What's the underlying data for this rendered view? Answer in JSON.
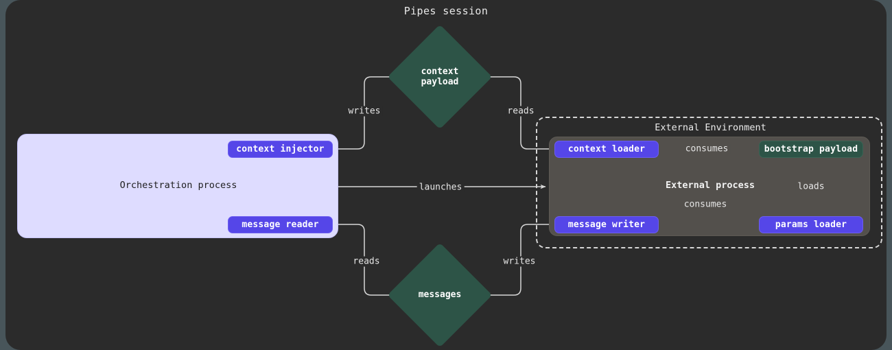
{
  "page": {
    "title": "Pipes session",
    "background": "#48555a",
    "canvas_background": "#2b2b2b"
  },
  "colors": {
    "canvas": "#2b2b2b",
    "page_bg": "#48555a",
    "orchestration_fill": "#dedcff",
    "pill_fill": "#5546e8",
    "teal_fill": "#2d5447",
    "external_process_fill": "#53504c",
    "edge_stroke": "#d8d8d8",
    "dashed_border": "#d6d6d6",
    "light_text": "#ececec",
    "dark_text": "#1d1d1d"
  },
  "clusters": {
    "orchestration": {
      "label": "Orchestration process",
      "style": "solid-rounded-lavender"
    },
    "external_environment": {
      "label": "External Environment",
      "style": "dashed-rounded"
    },
    "external_process": {
      "label": "External process",
      "style": "solid-rounded-gray"
    }
  },
  "nodes": [
    {
      "id": "context-injector",
      "label": "context injector",
      "shape": "pill",
      "group": "orchestration"
    },
    {
      "id": "message-reader",
      "label": "message reader",
      "shape": "pill",
      "group": "orchestration"
    },
    {
      "id": "context-payload",
      "label_line1": "context",
      "label_line2": "payload",
      "label": "context payload",
      "shape": "diamond",
      "group": "canvas"
    },
    {
      "id": "messages",
      "label": "messages",
      "shape": "diamond",
      "group": "canvas"
    },
    {
      "id": "context-loader",
      "label": "context loader",
      "shape": "pill",
      "group": "external-process"
    },
    {
      "id": "message-writer",
      "label": "message writer",
      "shape": "pill",
      "group": "external-process"
    },
    {
      "id": "params-loader",
      "label": "params loader",
      "shape": "pill",
      "group": "external-process"
    },
    {
      "id": "bootstrap-payload",
      "label": "bootstrap payload",
      "shape": "box",
      "group": "external-process"
    }
  ],
  "edges": [
    {
      "id": "e-writes",
      "from": "context-injector",
      "to": "context-payload",
      "label": "writes"
    },
    {
      "id": "e-reads-context",
      "from": "context-loader",
      "to": "context-payload",
      "label": "reads"
    },
    {
      "id": "e-launches",
      "from": "orchestration",
      "to": "external-process",
      "label": "launches"
    },
    {
      "id": "e-reads-messages",
      "from": "message-reader",
      "to": "messages",
      "label": "reads"
    },
    {
      "id": "e-writes-messages",
      "from": "message-writer",
      "to": "messages",
      "label": "writes"
    },
    {
      "id": "e-consumes-top",
      "from": "context-loader",
      "to": "bootstrap-payload",
      "label": "consumes"
    },
    {
      "id": "e-consumes-bottom",
      "from": "message-writer",
      "to": "bootstrap-payload",
      "label": "consumes"
    },
    {
      "id": "e-loads",
      "from": "params-loader",
      "to": "bootstrap-payload",
      "label": "loads"
    }
  ]
}
